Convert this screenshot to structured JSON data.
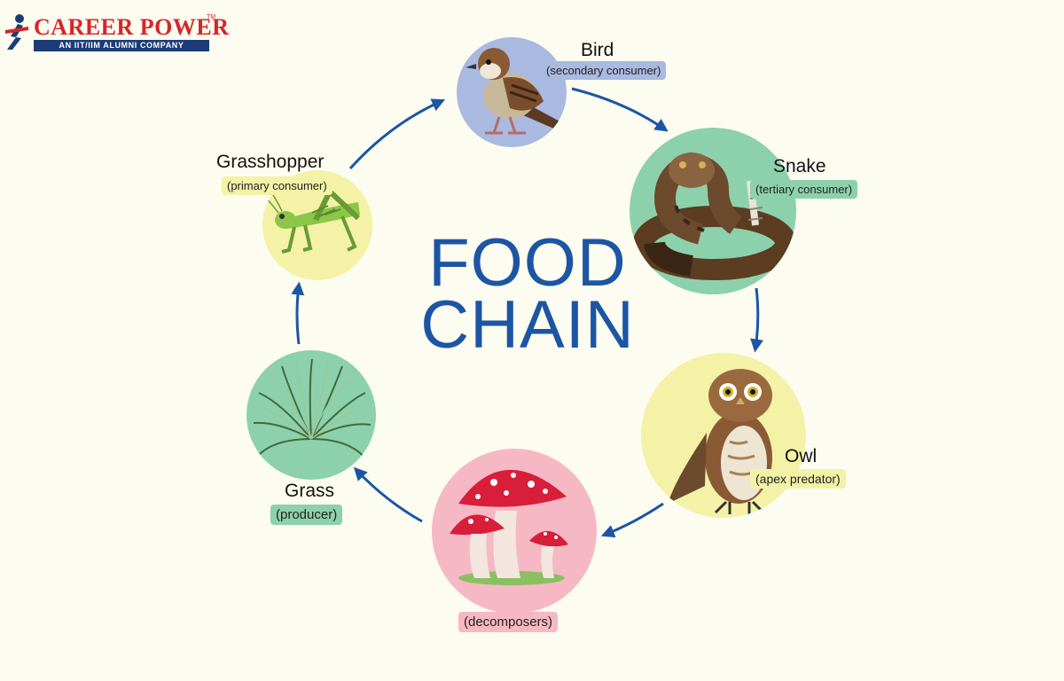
{
  "logo": {
    "name": "CAREER POWER",
    "tm": "TM",
    "tagline": "AN IIT/IIM ALUMNI COMPANY"
  },
  "title": {
    "line1": "FOOD",
    "line2": "CHAIN"
  },
  "nodes": {
    "bird": {
      "name": "Bird",
      "role": "(secondary consumer)",
      "color": "#a9b9e0"
    },
    "snake": {
      "name": "Snake",
      "role": "(tertiary consumer)",
      "color": "#8dd1ac"
    },
    "owl": {
      "name": "Owl",
      "role": "(apex predator)",
      "color": "#f3f2a6"
    },
    "mushroom": {
      "name": "",
      "role": "(decomposers)",
      "color": "#f6b8c4"
    },
    "grass": {
      "name": "Grass",
      "role": "(producer)",
      "color": "#8dd1ac"
    },
    "grasshopper": {
      "name": "Grasshopper",
      "role": "(primary consumer)",
      "color": "#f3f2a6"
    }
  },
  "colors": {
    "background": "#fcfcf0",
    "title": "#1d55a5",
    "arrow": "#1d55a5",
    "brand_red": "#d6252b",
    "brand_navy": "#1c3c78"
  }
}
